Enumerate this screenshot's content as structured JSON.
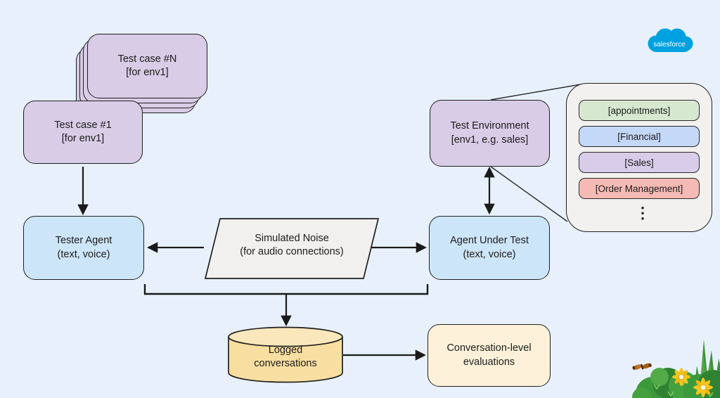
{
  "logo": {
    "brand": "salesforce"
  },
  "stack": {
    "top_card": {
      "line1": "Test case #N",
      "line2": "[for env1]"
    },
    "first_card": {
      "line1": "Test case #1",
      "line2": "[for env1]"
    }
  },
  "test_environment": {
    "line1": "Test Environment",
    "line2": "[env1, e.g. sales]"
  },
  "environment_panel": {
    "items": [
      {
        "label": "[appointments]"
      },
      {
        "label": "[Financial]"
      },
      {
        "label": "[Sales]"
      },
      {
        "label": "[Order Management]"
      }
    ],
    "ellipsis": "⋮"
  },
  "tester_agent": {
    "line1": "Tester Agent",
    "line2": "(text, voice)"
  },
  "agent_under_test": {
    "line1": "Agent Under Test",
    "line2": "(text, voice)"
  },
  "simulated_noise": {
    "line1": "Simulated Noise",
    "line2": "(for audio connections)"
  },
  "logged_conversations": {
    "line1": "Logged",
    "line2": "conversations"
  },
  "evaluations": {
    "line1": "Conversation-level",
    "line2": "evaluations"
  },
  "colors": {
    "background": "#e8f1fb",
    "card_purple": "#d8cce6",
    "box_blue": "#cde5f8",
    "shape_gray": "#f1f0ee",
    "chip_green": "#d6e8cf",
    "chip_blue": "#c4d8f7",
    "chip_purple": "#d8cce8",
    "chip_red": "#f5bab5",
    "cylinder_yellow": "#f8dfa1",
    "box_cream": "#fdf2d9",
    "stroke_dark": "#1f1f1f",
    "salesforce_blue": "#00A1E0"
  }
}
